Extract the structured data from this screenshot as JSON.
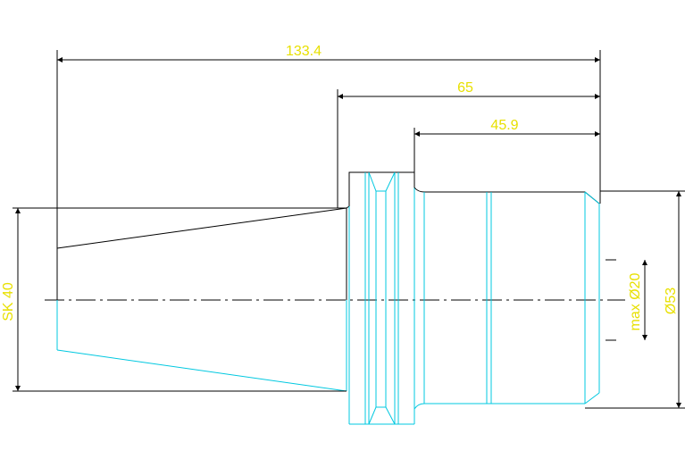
{
  "dimensions": {
    "overall_length": "133.4",
    "length_65": "65",
    "length_45_9": "45.9",
    "diameter_53": "Ø53",
    "max_bore": "max Ø20",
    "taper": "SK 40"
  },
  "colors": {
    "outline": "#000000",
    "hidden_profile": "#00c8e0",
    "dimension_text": "#e8e000"
  }
}
